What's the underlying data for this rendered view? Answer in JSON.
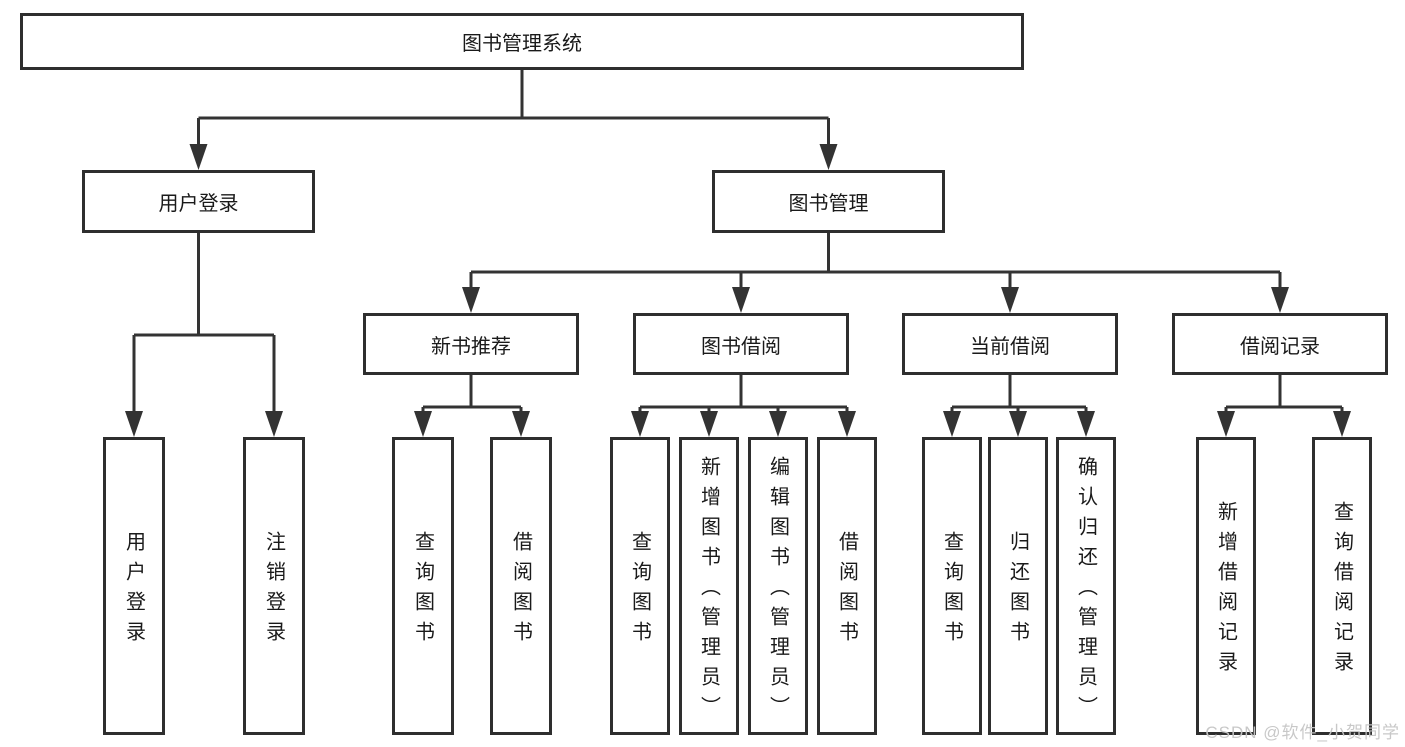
{
  "colors": {
    "line": "#333333",
    "box_border": "#2e2e2e",
    "box_fill": "#ffffff",
    "text": "#1a1a1a",
    "watermark": "#c6c6c6"
  },
  "watermark": "CSDN @软件_小贺同学",
  "tree": {
    "label": "图书管理系统",
    "children": [
      {
        "label": "用户登录",
        "children": [
          {
            "label": "用户登录"
          },
          {
            "label": "注销登录"
          }
        ]
      },
      {
        "label": "图书管理",
        "children": [
          {
            "label": "新书推荐",
            "children": [
              {
                "label": "查询图书"
              },
              {
                "label": "借阅图书"
              }
            ]
          },
          {
            "label": "图书借阅",
            "children": [
              {
                "label": "查询图书"
              },
              {
                "label": "新增图书（管理员）"
              },
              {
                "label": "编辑图书（管理员）"
              },
              {
                "label": "借阅图书"
              }
            ]
          },
          {
            "label": "当前借阅",
            "children": [
              {
                "label": "查询图书"
              },
              {
                "label": "归还图书"
              },
              {
                "label": "确认归还（管理员）"
              }
            ]
          },
          {
            "label": "借阅记录",
            "children": [
              {
                "label": "新增借阅记录"
              },
              {
                "label": "查询借阅记录"
              }
            ]
          }
        ]
      }
    ]
  }
}
